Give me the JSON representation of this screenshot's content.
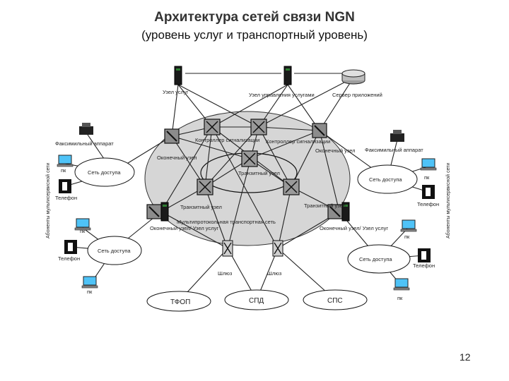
{
  "title": "Архитектура сетей связи NGN",
  "subtitle": "(уровень услуг и транспортный уровень)",
  "page_number": "12",
  "labels": {
    "node_service": "Узел услуг",
    "node_control": "Узел управления услугами",
    "app_server": "Сервер приложений",
    "fax_left": "Факсимильный аппарат",
    "fax_right": "Факсимильный аппарат",
    "controller_left": "Контроллер сигнализации",
    "controller_right": "Контроллер сигнализации",
    "edge_node_tl": "Оконечный узел",
    "edge_node_tr": "Оконечный узел",
    "transit_center": "Транзитный узел",
    "transit_left": "Транзитный узел",
    "transit_right": "Транзитный узел",
    "core_net": "Мультипротокольная транспортная сеть",
    "edge_service_left": "Оконечный узел/ Узел услуг",
    "edge_service_right": "Оконечный узел/ Узел услуг",
    "access_tl": "Сеть доступа",
    "access_tr": "Сеть доступа",
    "access_bl": "Сеть доступа",
    "access_br": "Сеть доступа",
    "pc_tl": "пк",
    "pc_tr": "пк",
    "pc_ml": "пк",
    "pc_mr": "пк",
    "pc_bl": "пк",
    "pc_br": "пк",
    "phone_tl": "Телефон",
    "phone_tr": "Телефон",
    "phone_bl": "Телефон",
    "phone_br": "Телефон",
    "gateway_left": "Шлюз",
    "gateway_right": "Шлюз",
    "pstn": "ТФОП",
    "data_net": "СПД",
    "mobile_net": "СПС",
    "subscribers_left": "Абоненты мультисервисной сети",
    "subscribers_right": "Абоненты мультисервисной сети"
  },
  "colors": {
    "core_fill": "#d6d6d6",
    "line": "#222222",
    "device_dark": "#111111",
    "screen": "#4fc3f7"
  },
  "icons": [
    "server-icon",
    "database-icon",
    "router-icon",
    "fax-icon",
    "pc-icon",
    "phone-icon",
    "gateway-icon"
  ]
}
